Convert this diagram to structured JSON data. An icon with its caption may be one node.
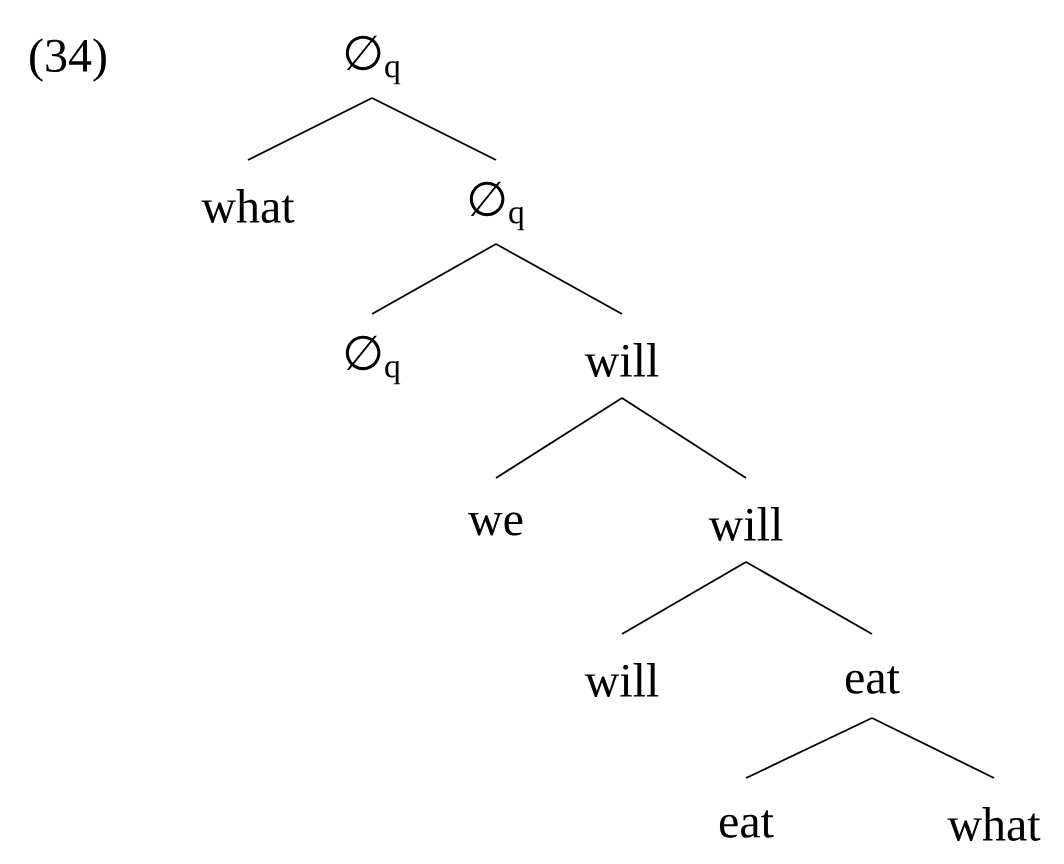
{
  "diagram": {
    "nodes": [
      {
        "text": [
          "∅$_{q}$"
        ]
      },
      {
        "text": [
          "what"
        ]
      },
      {
        "text": [
          "∅$_{q}$"
        ]
      },
      {
        "text": [
          "∅$_{q}$"
        ]
      },
      {
        "text": [
          "will"
        ]
      },
      {
        "text": [
          "we"
        ]
      },
      {
        "text": [
          "will"
        ]
      },
      {
        "text": [
          "will"
        ]
      },
      {
        "text": [
          "eat"
        ]
      },
      {
        "text": [
          "eat"
        ]
      },
      {
        "text": [
          "what"
        ]
      }
    ],
    "edges": [
      {
        "from": 0,
        "to": 1,
        "arrow": "none"
      },
      {
        "from": 0,
        "to": 2,
        "arrow": "none"
      },
      {
        "from": 2,
        "to": 3,
        "arrow": "none"
      },
      {
        "from": 2,
        "to": 4,
        "arrow": "none"
      },
      {
        "from": 4,
        "to": 5,
        "arrow": "none"
      },
      {
        "from": 4,
        "to": 6,
        "arrow": "none"
      },
      {
        "from": 6,
        "to": 7,
        "arrow": "none"
      },
      {
        "from": 6,
        "to": 8,
        "arrow": "none"
      },
      {
        "from": 8,
        "to": 9,
        "arrow": "none"
      },
      {
        "from": 8,
        "to": 10,
        "arrow": "none"
      }
    ],
    "labels": [
      "(34)"
    ]
  }
}
